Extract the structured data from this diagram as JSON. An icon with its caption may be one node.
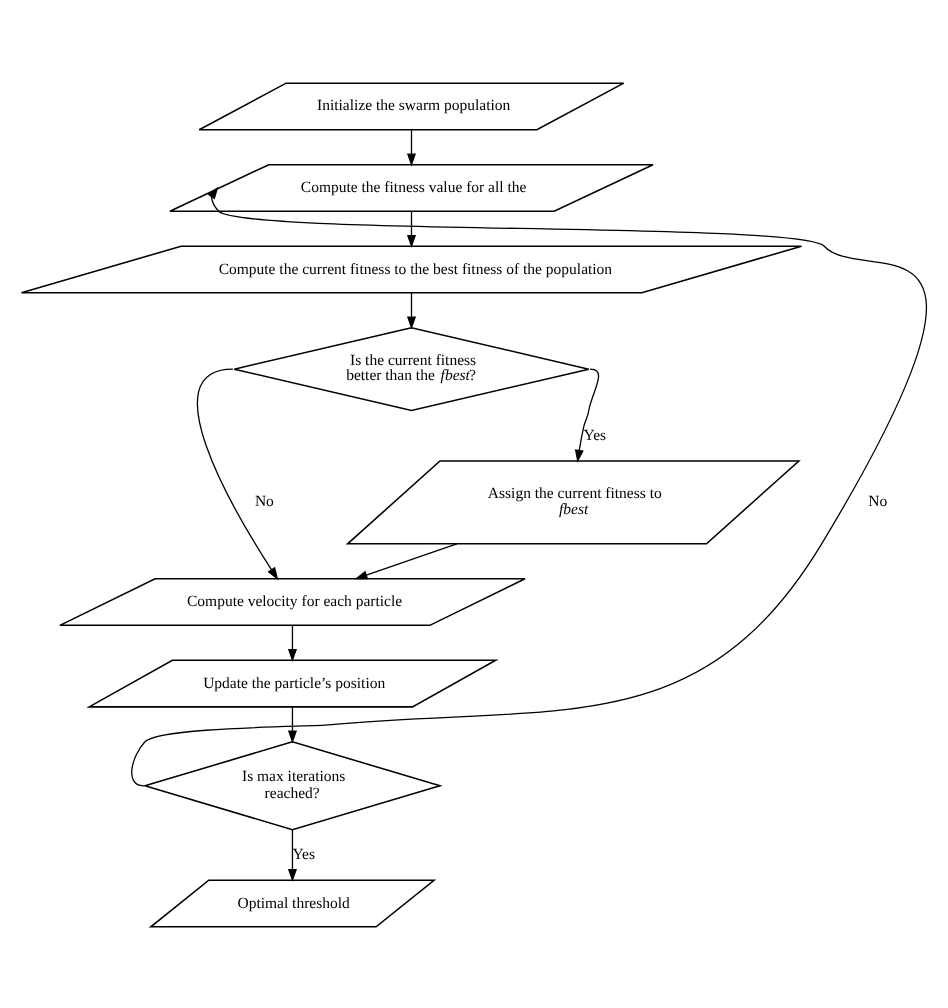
{
  "diagram": {
    "nodes": [
      {
        "text": [
          "Initialize the swarm population"
        ]
      },
      {
        "text": [
          "Compute the fitness value for all the"
        ]
      },
      {
        "text": [
          "Compute the current fitness to the best fitness of the population"
        ]
      },
      {
        "text": [
          "Is the current fitness better than the *fbest*?"
        ]
      },
      {
        "text": [
          "Assign the current fitness to *fbest*"
        ]
      },
      {
        "text": [
          "Compute velocity for each particle"
        ]
      },
      {
        "text": [
          "Update the particle’s position"
        ]
      },
      {
        "text": [
          "Is max iterations reached?"
        ]
      },
      {
        "text": [
          "Optimal threshold"
        ]
      }
    ],
    "edges": [
      {
        "from": 0,
        "to": 1,
        "arrow": "to"
      },
      {
        "from": 1,
        "to": 2,
        "arrow": "to"
      },
      {
        "from": 2,
        "to": 3,
        "arrow": "to"
      },
      {
        "from": 3,
        "to": 4,
        "label": "Yes",
        "arrow": "to"
      },
      {
        "from": 3,
        "to": 5,
        "label": "No",
        "arrow": "to"
      },
      {
        "from": 4,
        "to": 5,
        "arrow": "to"
      },
      {
        "from": 5,
        "to": 6,
        "arrow": "to"
      },
      {
        "from": 6,
        "to": 7,
        "arrow": "to"
      },
      {
        "from": 7,
        "to": 1,
        "label": "No",
        "arrow": "to"
      },
      {
        "from": 7,
        "to": 8,
        "label": "Yes",
        "arrow": "to"
      }
    ]
  }
}
